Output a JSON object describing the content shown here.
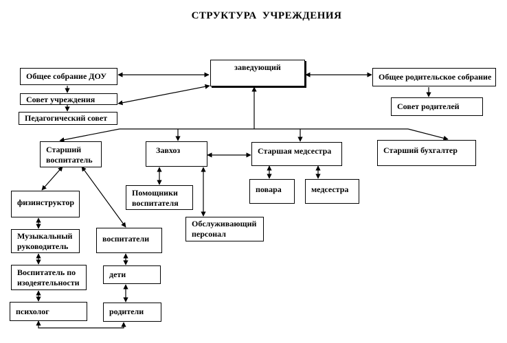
{
  "title": "СТРУКТУРА  УЧРЕЖДЕНИЯ",
  "nodes": {
    "head": "заведующий",
    "general_meeting": "Общее собрание  ДОУ",
    "institution_council": "Совет учреждения",
    "pedagogical_council": "Педагогический  совет",
    "parents_meeting": "Общее родительское собрание",
    "parents_council": "Совет родителей",
    "senior_educator": "Старший\nвоспитатель",
    "caretaker": "Завхоз",
    "senior_nurse": "Старшая  медсестра",
    "senior_accountant": "Старший  бухгалтер",
    "assistant_educators": "Помощники\nвоспитателя",
    "service_staff": "Обслуживающий\nперсонал",
    "cooks": "повара",
    "nurse": "медсестра",
    "pe_instructor": "физинструктор",
    "music_director": "Музыкальный\nруководитель",
    "art_teacher": "Воспитатель по\nизодеятельности",
    "psychologist": "психолог",
    "educators": "воспитатели",
    "children": "дети",
    "parents": "родители"
  }
}
